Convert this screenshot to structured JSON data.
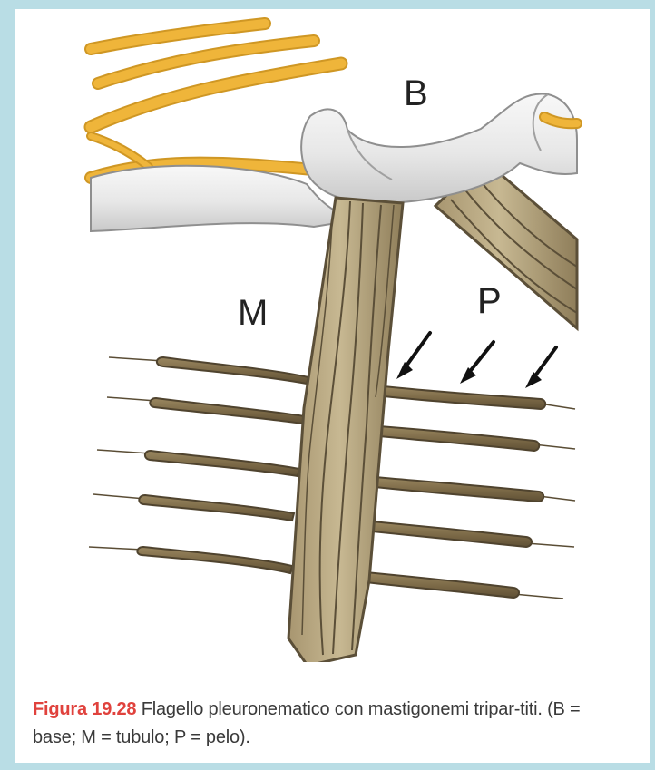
{
  "figure": {
    "labels": {
      "base": "B",
      "tubule": "M",
      "hair": "P"
    },
    "caption": {
      "number": "Figura 19.28",
      "text": "Flagello pleuronematico con mastigonemi tripar-titi. (B = base; M = tubulo; P = pelo)."
    },
    "colors": {
      "background_border": "#b9dde5",
      "axoneme_fill": "#b9aa82",
      "axoneme_stroke": "#5b4f38",
      "mastigoneme_fill": "#7f6e4d",
      "membrane_fill": "#e6e6e6",
      "nerve_fill": "#e2ac31",
      "caption_number": "#e0423d"
    },
    "icons": {
      "arrows": "arrow-icon"
    }
  }
}
